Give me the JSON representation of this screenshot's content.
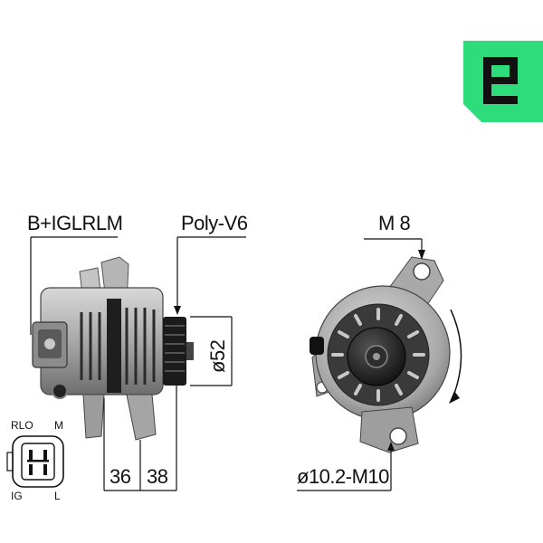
{
  "colors": {
    "brand_green": "#2fdc7c",
    "body_grey": "#9a9a9a",
    "dark_grey": "#2b2b2b",
    "line": "#111111"
  },
  "labels": {
    "connector_terminals": "B+IGLRLM",
    "pulley_type": "Poly-V6",
    "thread_top": "M 8",
    "pulley_diameter": "ø52",
    "dim_36": "36",
    "dim_38": "38",
    "mount_hole": "ø10.2-M10"
  },
  "connector": {
    "pin_rlo": "RLO",
    "pin_m": "M",
    "pin_ig": "IG",
    "pin_l": "L"
  },
  "icons": {
    "brand": "brand-logo-icon",
    "rotation": "rotation-arrow-icon"
  }
}
